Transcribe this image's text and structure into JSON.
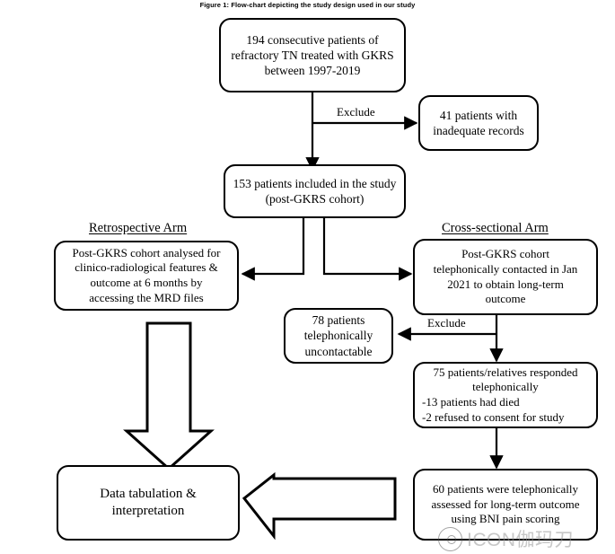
{
  "figure": {
    "title": "Figure 1: Flow-chart depicting the study design used in our study"
  },
  "nodes": {
    "cohort_initial": {
      "line1": "194 consecutive patients of",
      "line2": "refractory TN treated with GKRS",
      "line3": "between 1997-2019"
    },
    "excluded_records": {
      "line1": "41 patients with",
      "line2": "inadequate records"
    },
    "cohort_included": {
      "line1": "153 patients included in the study",
      "line2": "(post-GKRS cohort)"
    },
    "retrospective_analysis": {
      "line1": "Post-GKRS cohort analysed for",
      "line2": "clinico-radiological features &",
      "line3": "outcome at 6 months by",
      "line4": "accessing the MRD files"
    },
    "cross_sectional_contact": {
      "line1": "Post-GKRS cohort",
      "line2": "telephonically contacted in Jan",
      "line3": "2021 to obtain long-term",
      "line4": "outcome"
    },
    "uncontactable": {
      "line1": "78 patients",
      "line2": "telephonically",
      "line3": "uncontactable"
    },
    "responded": {
      "line1": "75 patients/relatives responded",
      "line2": "telephonically",
      "line3": "-13 patients had died",
      "line4": "-2 refused to consent for study"
    },
    "assessed_bni": {
      "line1": "60 patients were telephonically",
      "line2": "assessed for long-term outcome",
      "line3": "using BNI pain scoring"
    },
    "data_tabulation": {
      "line1": "Data tabulation &",
      "line2": "interpretation"
    }
  },
  "headings": {
    "retrospective_arm": "Retrospective Arm",
    "cross_sectional_arm": "Cross-sectional Arm"
  },
  "edge_labels": {
    "exclude_records": "Exclude",
    "exclude_uncontactable": "Exclude"
  },
  "watermark": {
    "text": "ICON伽玛刀",
    "logo_icon": "circle-logo-icon"
  },
  "style": {
    "stroke_color": "#000000",
    "background_color": "#ffffff"
  }
}
